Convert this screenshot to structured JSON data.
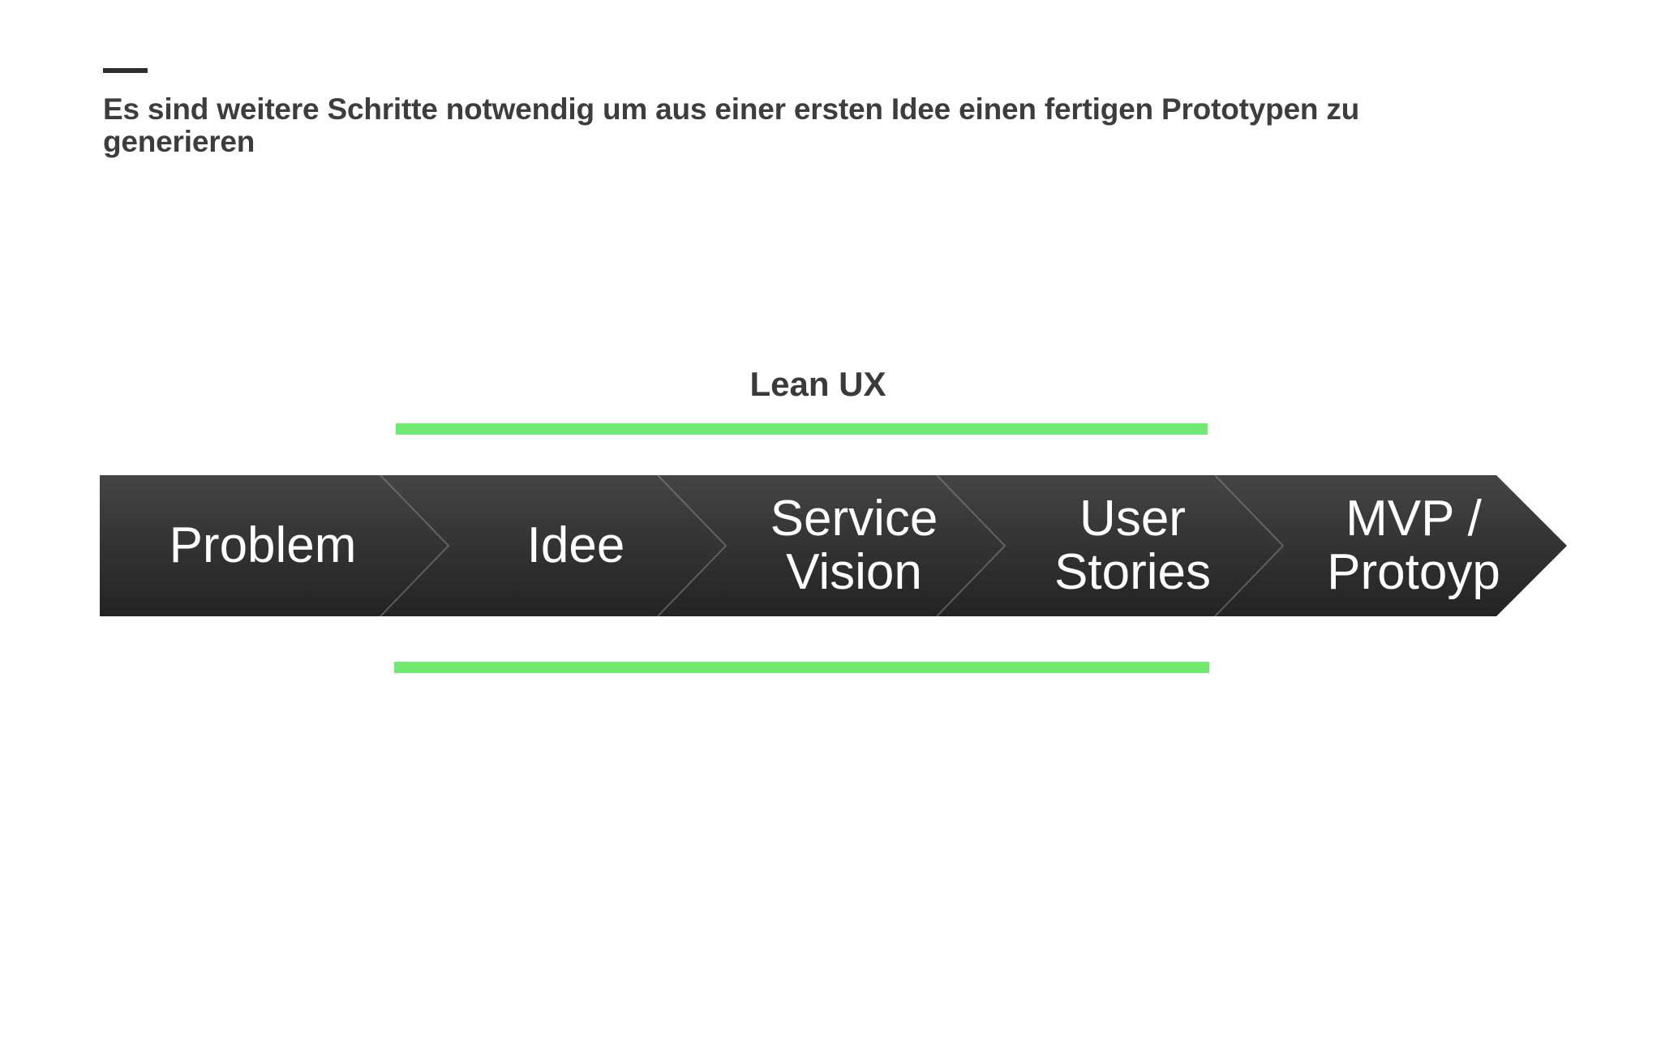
{
  "slide_title": {
    "line1": "Es sind weitere Schritte notwendig um aus einer ersten Idee einen fertigen Prototypen zu",
    "line2": "generieren"
  },
  "lean_ux": {
    "label": "Lean UX"
  },
  "process": {
    "stages": [
      {
        "label": "Problem"
      },
      {
        "label": "Idee"
      },
      {
        "label": "Service Vision"
      },
      {
        "label": "User Stories"
      },
      {
        "label": "MVP / Protoyp"
      }
    ]
  },
  "colors": {
    "accent_green": "#6fe96f",
    "band_gradient_top": "#454545",
    "band_gradient_bottom": "#232323",
    "title_text": "#3d3d3d",
    "stage_text": "#ffffff",
    "dash": "#2f2f2f"
  }
}
